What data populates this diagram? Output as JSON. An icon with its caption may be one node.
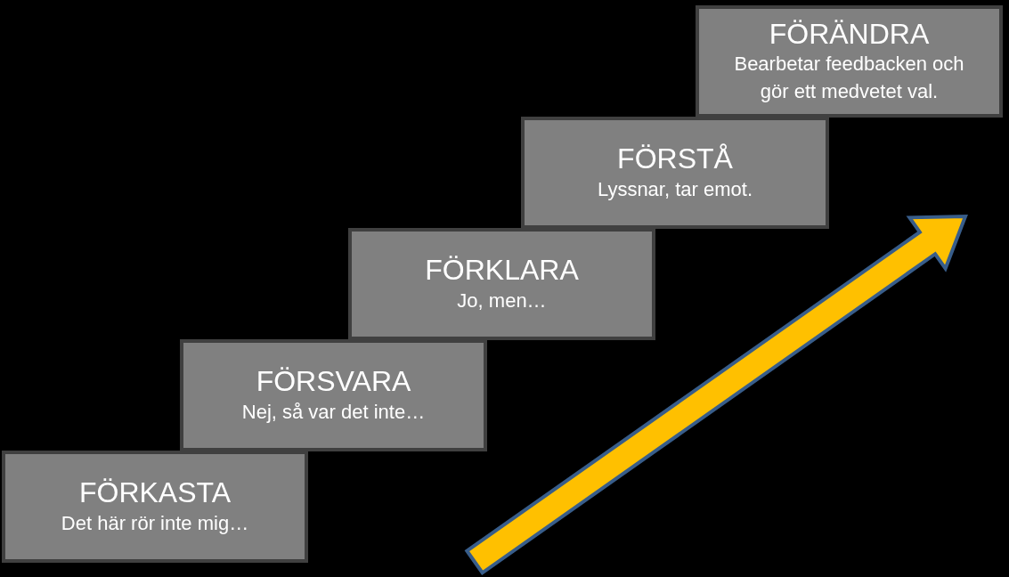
{
  "diagram": {
    "nodes": [
      {
        "text": [
          "FÖRKASTA",
          "Det här rör inte mig…"
        ]
      },
      {
        "text": [
          "FÖRSVARA",
          "Nej, så var det inte…"
        ]
      },
      {
        "text": [
          "FÖRKLARA",
          "Jo, men…"
        ]
      },
      {
        "text": [
          "FÖRSTÅ",
          "Lyssnar, tar emot."
        ]
      },
      {
        "text": [
          "FÖRÄNDRA",
          "Bearbetar feedbacken och gör ett medvetet val."
        ]
      }
    ]
  }
}
